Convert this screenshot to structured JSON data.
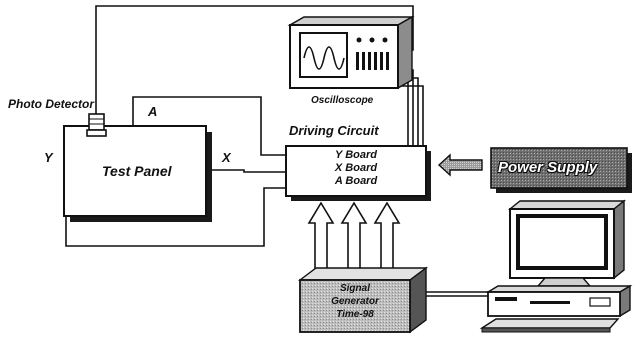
{
  "labels": {
    "photo_detector": "Photo Detector",
    "oscilloscope": "Oscilloscope",
    "driving_circuit": "Driving Circuit",
    "test_panel": "Test Panel",
    "signal_a": "A",
    "signal_x": "X",
    "signal_y": "Y",
    "power_supply": "Power Supply"
  },
  "boards": [
    "Y Board",
    "X Board",
    "A Board"
  ],
  "signal_generator": [
    "Signal",
    "Generator",
    "Time-98"
  ],
  "colors": {
    "line": "#111111",
    "shadow": "#1a1a1a",
    "power_box": "#7a7a7a",
    "power_arrow": "#8a8a8a",
    "signal_gen": "#b5b5b5",
    "screen": "#222222"
  }
}
